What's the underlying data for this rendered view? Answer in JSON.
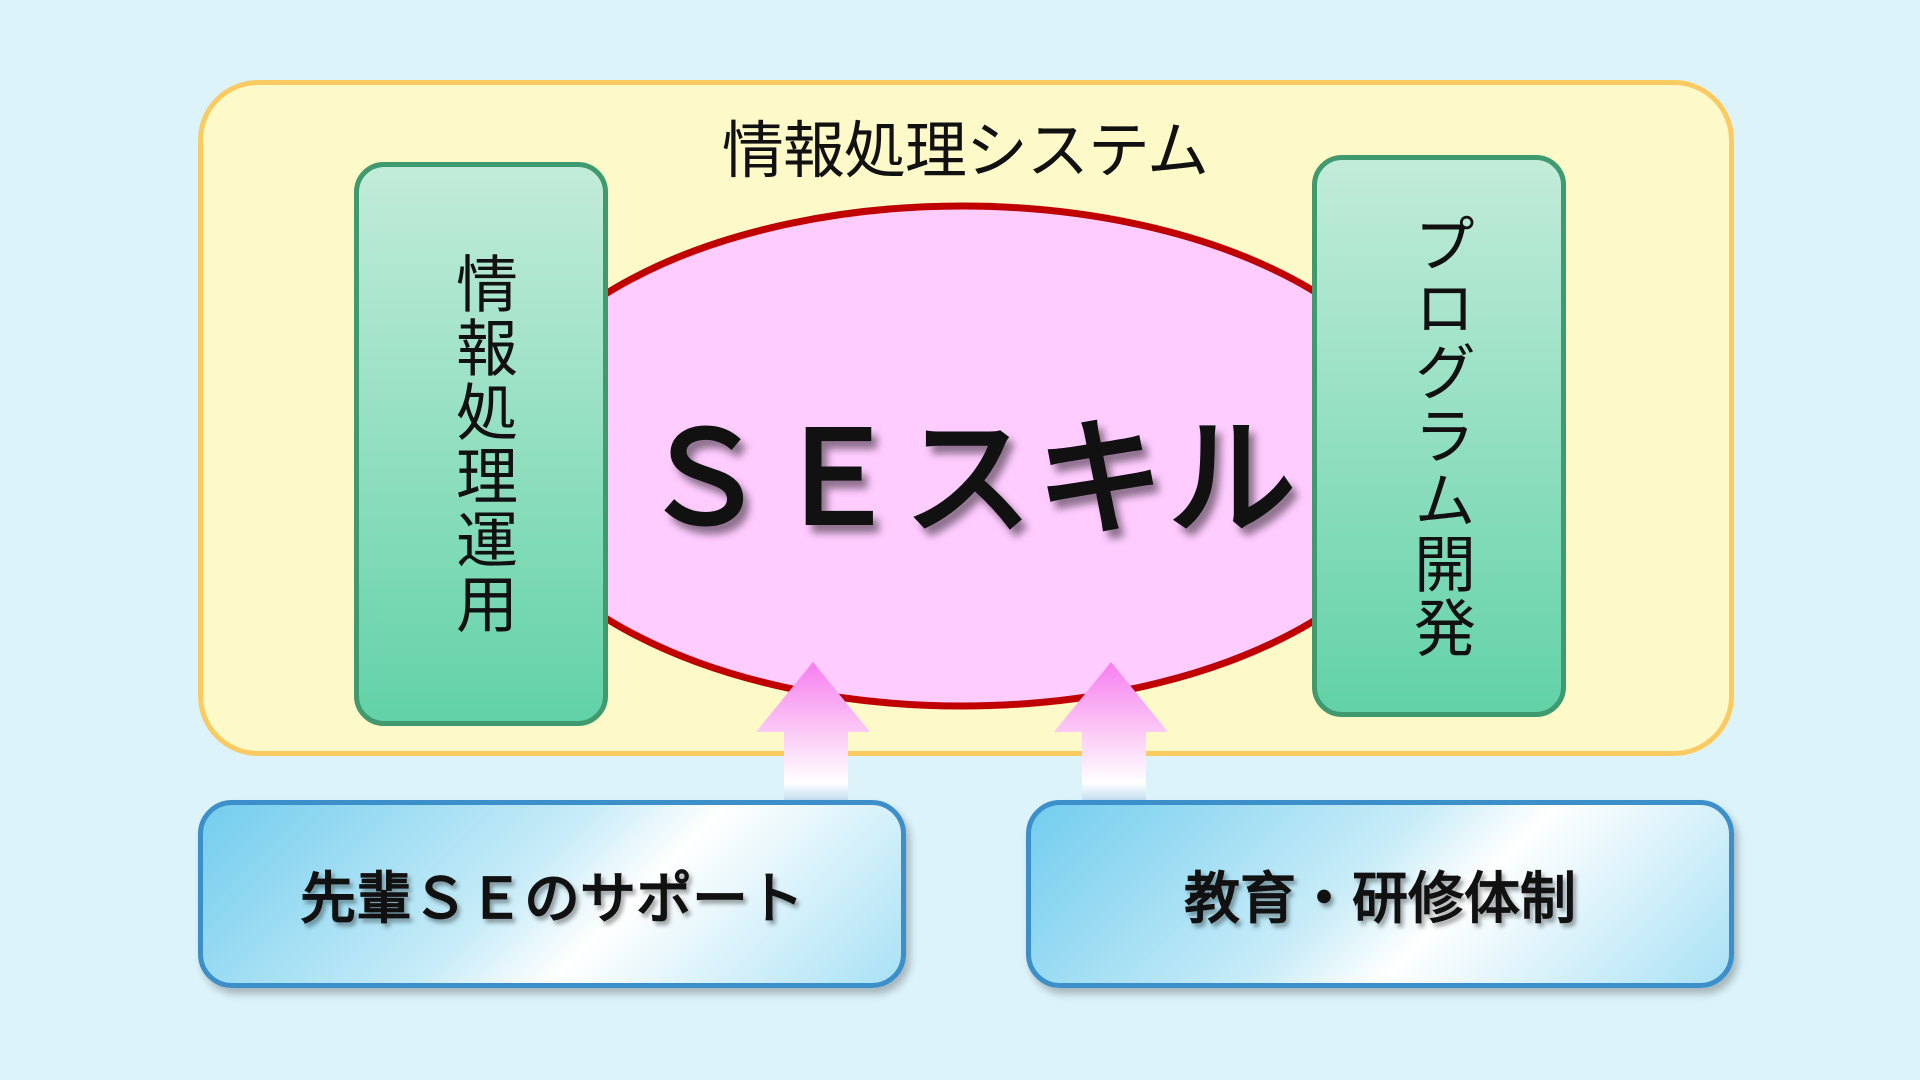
{
  "system": {
    "title": "情報処理システム"
  },
  "left_box": {
    "label": "情報処理運用"
  },
  "right_box": {
    "label": "プログラム開発"
  },
  "center": {
    "label": "ＳＥスキル"
  },
  "bottom": {
    "left_label": "先輩ＳＥのサポート",
    "right_label": "教育・研修体制"
  },
  "colors": {
    "background": "#dcf3fa",
    "system_fill": "#fef9c8",
    "system_border": "#fbcb62",
    "ellipse_fill": "#ffccff",
    "ellipse_border": "#c00000",
    "side_border": "#3f9a6f",
    "bottom_border": "#3c8fc9",
    "arrow_top": "#f77ef0"
  }
}
